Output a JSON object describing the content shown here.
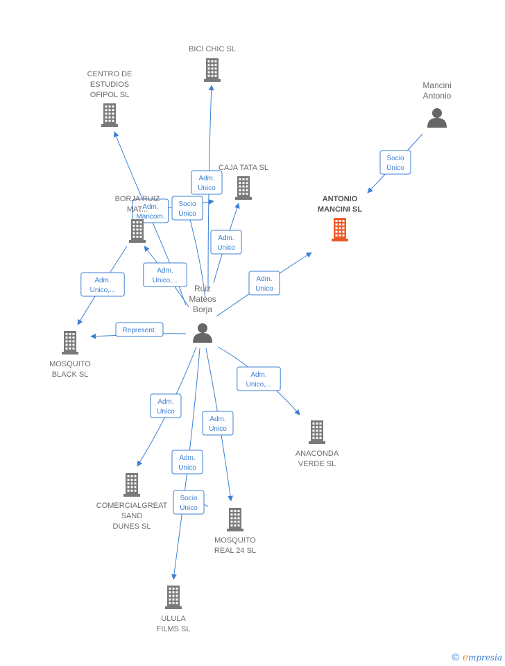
{
  "colors": {
    "edge": "#3b7fd4",
    "company": "#7a7a7a",
    "main_company": "#f05a28",
    "person": "#666666"
  },
  "nodes": [
    {
      "id": "bici",
      "type": "company",
      "label": [
        "BICI CHIC SL"
      ]
    },
    {
      "id": "cef",
      "type": "company",
      "label": [
        "CENTRO DE",
        "ESTUDIOS",
        "OFIPOL SL"
      ]
    },
    {
      "id": "caja",
      "type": "company",
      "label": [
        "CAJA TATA SL"
      ]
    },
    {
      "id": "borja_mat",
      "type": "company",
      "label": [
        "BORJA RUIZ",
        "MAT..."
      ]
    },
    {
      "id": "antonio",
      "type": "company",
      "main": true,
      "label": [
        "ANTONIO",
        "MANCINI SL"
      ]
    },
    {
      "id": "mancini",
      "type": "person",
      "label": [
        "Mancini",
        "Antonio"
      ]
    },
    {
      "id": "ruiz",
      "type": "person",
      "label": [
        "Ruiz",
        "Mateos",
        "Borja"
      ]
    },
    {
      "id": "mblack",
      "type": "company",
      "label": [
        "MOSQUITO",
        "BLACK SL"
      ]
    },
    {
      "id": "anaconda",
      "type": "company",
      "label": [
        "ANACONDA",
        "VERDE SL"
      ]
    },
    {
      "id": "comercial",
      "type": "company",
      "label": [
        "COMERCIALGREAT",
        "SAND",
        "DUNES SL"
      ]
    },
    {
      "id": "mreal",
      "type": "company",
      "label": [
        "MOSQUITO",
        "REAL 24 SL"
      ]
    },
    {
      "id": "ulula",
      "type": "company",
      "label": [
        "ULULA",
        "FILMS SL"
      ]
    }
  ],
  "edges": [
    {
      "id": "e-bici",
      "label": [
        "Adm.",
        "Unico"
      ]
    },
    {
      "id": "e-cef",
      "label": [
        "Adm.",
        "Mancom."
      ]
    },
    {
      "id": "e-caja-adm",
      "label": [
        "Adm.",
        "Unico"
      ]
    },
    {
      "id": "e-caja-socio",
      "label": [
        "Socio",
        "Único"
      ]
    },
    {
      "id": "e-borja",
      "label": [
        "Adm.",
        "Unico,..."
      ]
    },
    {
      "id": "e-mblack-borja",
      "label": [
        "Adm.",
        "Unico,..."
      ]
    },
    {
      "id": "e-mblack",
      "label": [
        "Represent."
      ]
    },
    {
      "id": "e-antonio",
      "label": [
        "Adm.",
        "Unico"
      ]
    },
    {
      "id": "e-mancini",
      "label": [
        "Socio",
        "Único"
      ]
    },
    {
      "id": "e-anaconda",
      "label": [
        "Adm.",
        "Unico,..."
      ]
    },
    {
      "id": "e-comercial",
      "label": [
        "Adm.",
        "Unico"
      ]
    },
    {
      "id": "e-mreal",
      "label": [
        "Adm.",
        "Unico"
      ]
    },
    {
      "id": "e-ulula-adm",
      "label": [
        "Adm.",
        "Unico"
      ]
    },
    {
      "id": "e-ulula-socio",
      "label": [
        "Socio",
        "Único"
      ]
    }
  ],
  "brand": {
    "copyright": "©",
    "initial": "e",
    "rest": "mpresia"
  }
}
